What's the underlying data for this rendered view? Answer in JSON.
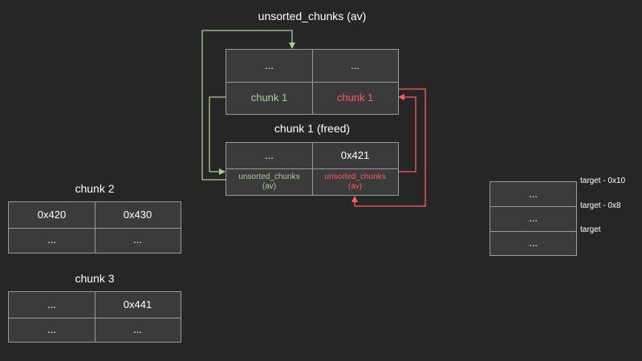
{
  "av": {
    "title": "unsorted_chunks (av)",
    "cells": [
      "...",
      "...",
      "chunk 1",
      "chunk 1"
    ]
  },
  "chunk1": {
    "title": "chunk 1 (freed)",
    "cells": [
      "...",
      "0x421",
      "unsorted_chunks\n(av)",
      "unsorted_chunks\n(av)"
    ]
  },
  "chunk2": {
    "title": "chunk 2",
    "cells": [
      "0x420",
      "0x430",
      "...",
      "..."
    ]
  },
  "chunk3": {
    "title": "chunk 3",
    "cells": [
      "...",
      "0x441",
      "...",
      "..."
    ]
  },
  "target": {
    "cells": [
      "...",
      "...",
      "..."
    ],
    "labels": [
      "target - 0x10",
      "target - 0x8",
      "target"
    ]
  },
  "colors": {
    "fd": "#a9d18e",
    "bk": "#ff5c5c",
    "background": "#262626",
    "cell": "#3b3b3b",
    "border": "#9a9a9a"
  }
}
